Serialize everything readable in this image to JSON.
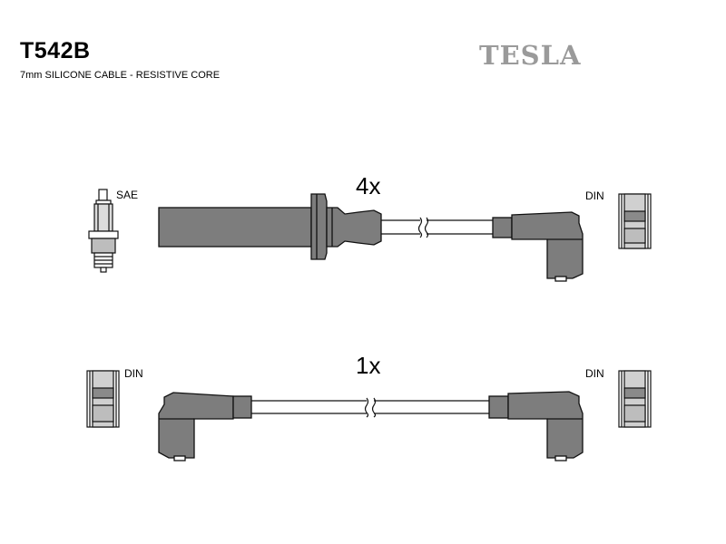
{
  "header": {
    "part_number": "T542B",
    "description": "7mm SILICONE CABLE - RESISTIVE CORE",
    "brand": "TESLA"
  },
  "cables": [
    {
      "quantity": "4x",
      "left_end": {
        "connector": "SAE",
        "icon": "spark-plug-icon"
      },
      "right_end": {
        "connector": "DIN",
        "icon": "din-terminal-icon"
      }
    },
    {
      "quantity": "1x",
      "left_end": {
        "connector": "DIN",
        "icon": "din-terminal-icon"
      },
      "right_end": {
        "connector": "DIN",
        "icon": "din-terminal-icon"
      }
    }
  ],
  "colors": {
    "boot_fill": "#7d7d7d",
    "stroke": "#111111",
    "brand_gray": "#9a9a9a"
  }
}
